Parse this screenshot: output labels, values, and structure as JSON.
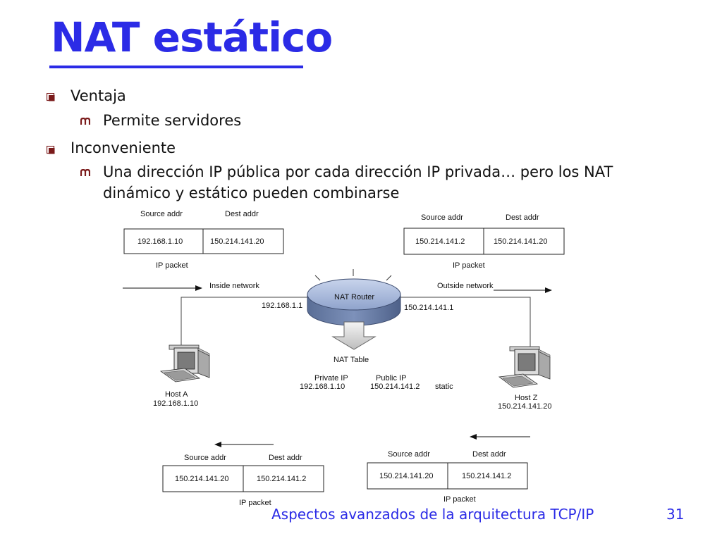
{
  "slide": {
    "title": "NAT estático",
    "bullets": [
      {
        "text": "Ventaja",
        "sub": [
          "Permite servidores"
        ]
      },
      {
        "text": "Inconveniente",
        "sub": [
          "Una dirección IP pública por cada dirección IP privada… pero los NAT",
          "dinámico y estático pueden combinarse"
        ]
      }
    ],
    "footer": "Aspectos avanzados de la arquitectura TCP/IP",
    "page_number": "31"
  },
  "diagram": {
    "packet_top_left": {
      "src_label": "Source addr",
      "dst_label": "Dest addr",
      "src": "192.168.1.10",
      "dst": "150.214.141.20",
      "caption": "IP packet"
    },
    "packet_top_right": {
      "src_label": "Source addr",
      "dst_label": "Dest addr",
      "src": "150.214.141.2",
      "dst": "150.214.141.20",
      "caption": "IP packet"
    },
    "packet_bottom_left": {
      "src_label": "Source addr",
      "dst_label": "Dest addr",
      "src": "150.214.141.20",
      "dst": "150.214.141.2",
      "caption": "IP packet"
    },
    "packet_bottom_right": {
      "src_label": "Source addr",
      "dst_label": "Dest addr",
      "src": "150.214.141.20",
      "dst": "150.214.141.2",
      "caption": "IP packet"
    },
    "inside_network": "Inside network",
    "outside_network": "Outside network",
    "router_label": "NAT Router",
    "router_inside_ip": "192.168.1.1",
    "router_outside_ip": "150.214.141.1",
    "nat_table": {
      "title": "NAT Table",
      "header_private": "Private IP",
      "header_public": "Public   IP",
      "private": "192.168.1.10",
      "public": "150.214.141.2",
      "type": "static"
    },
    "host_a": {
      "name": "Host A",
      "ip": "192.168.1.10"
    },
    "host_z": {
      "name": "Host Z",
      "ip": "150.214.141.20"
    }
  }
}
